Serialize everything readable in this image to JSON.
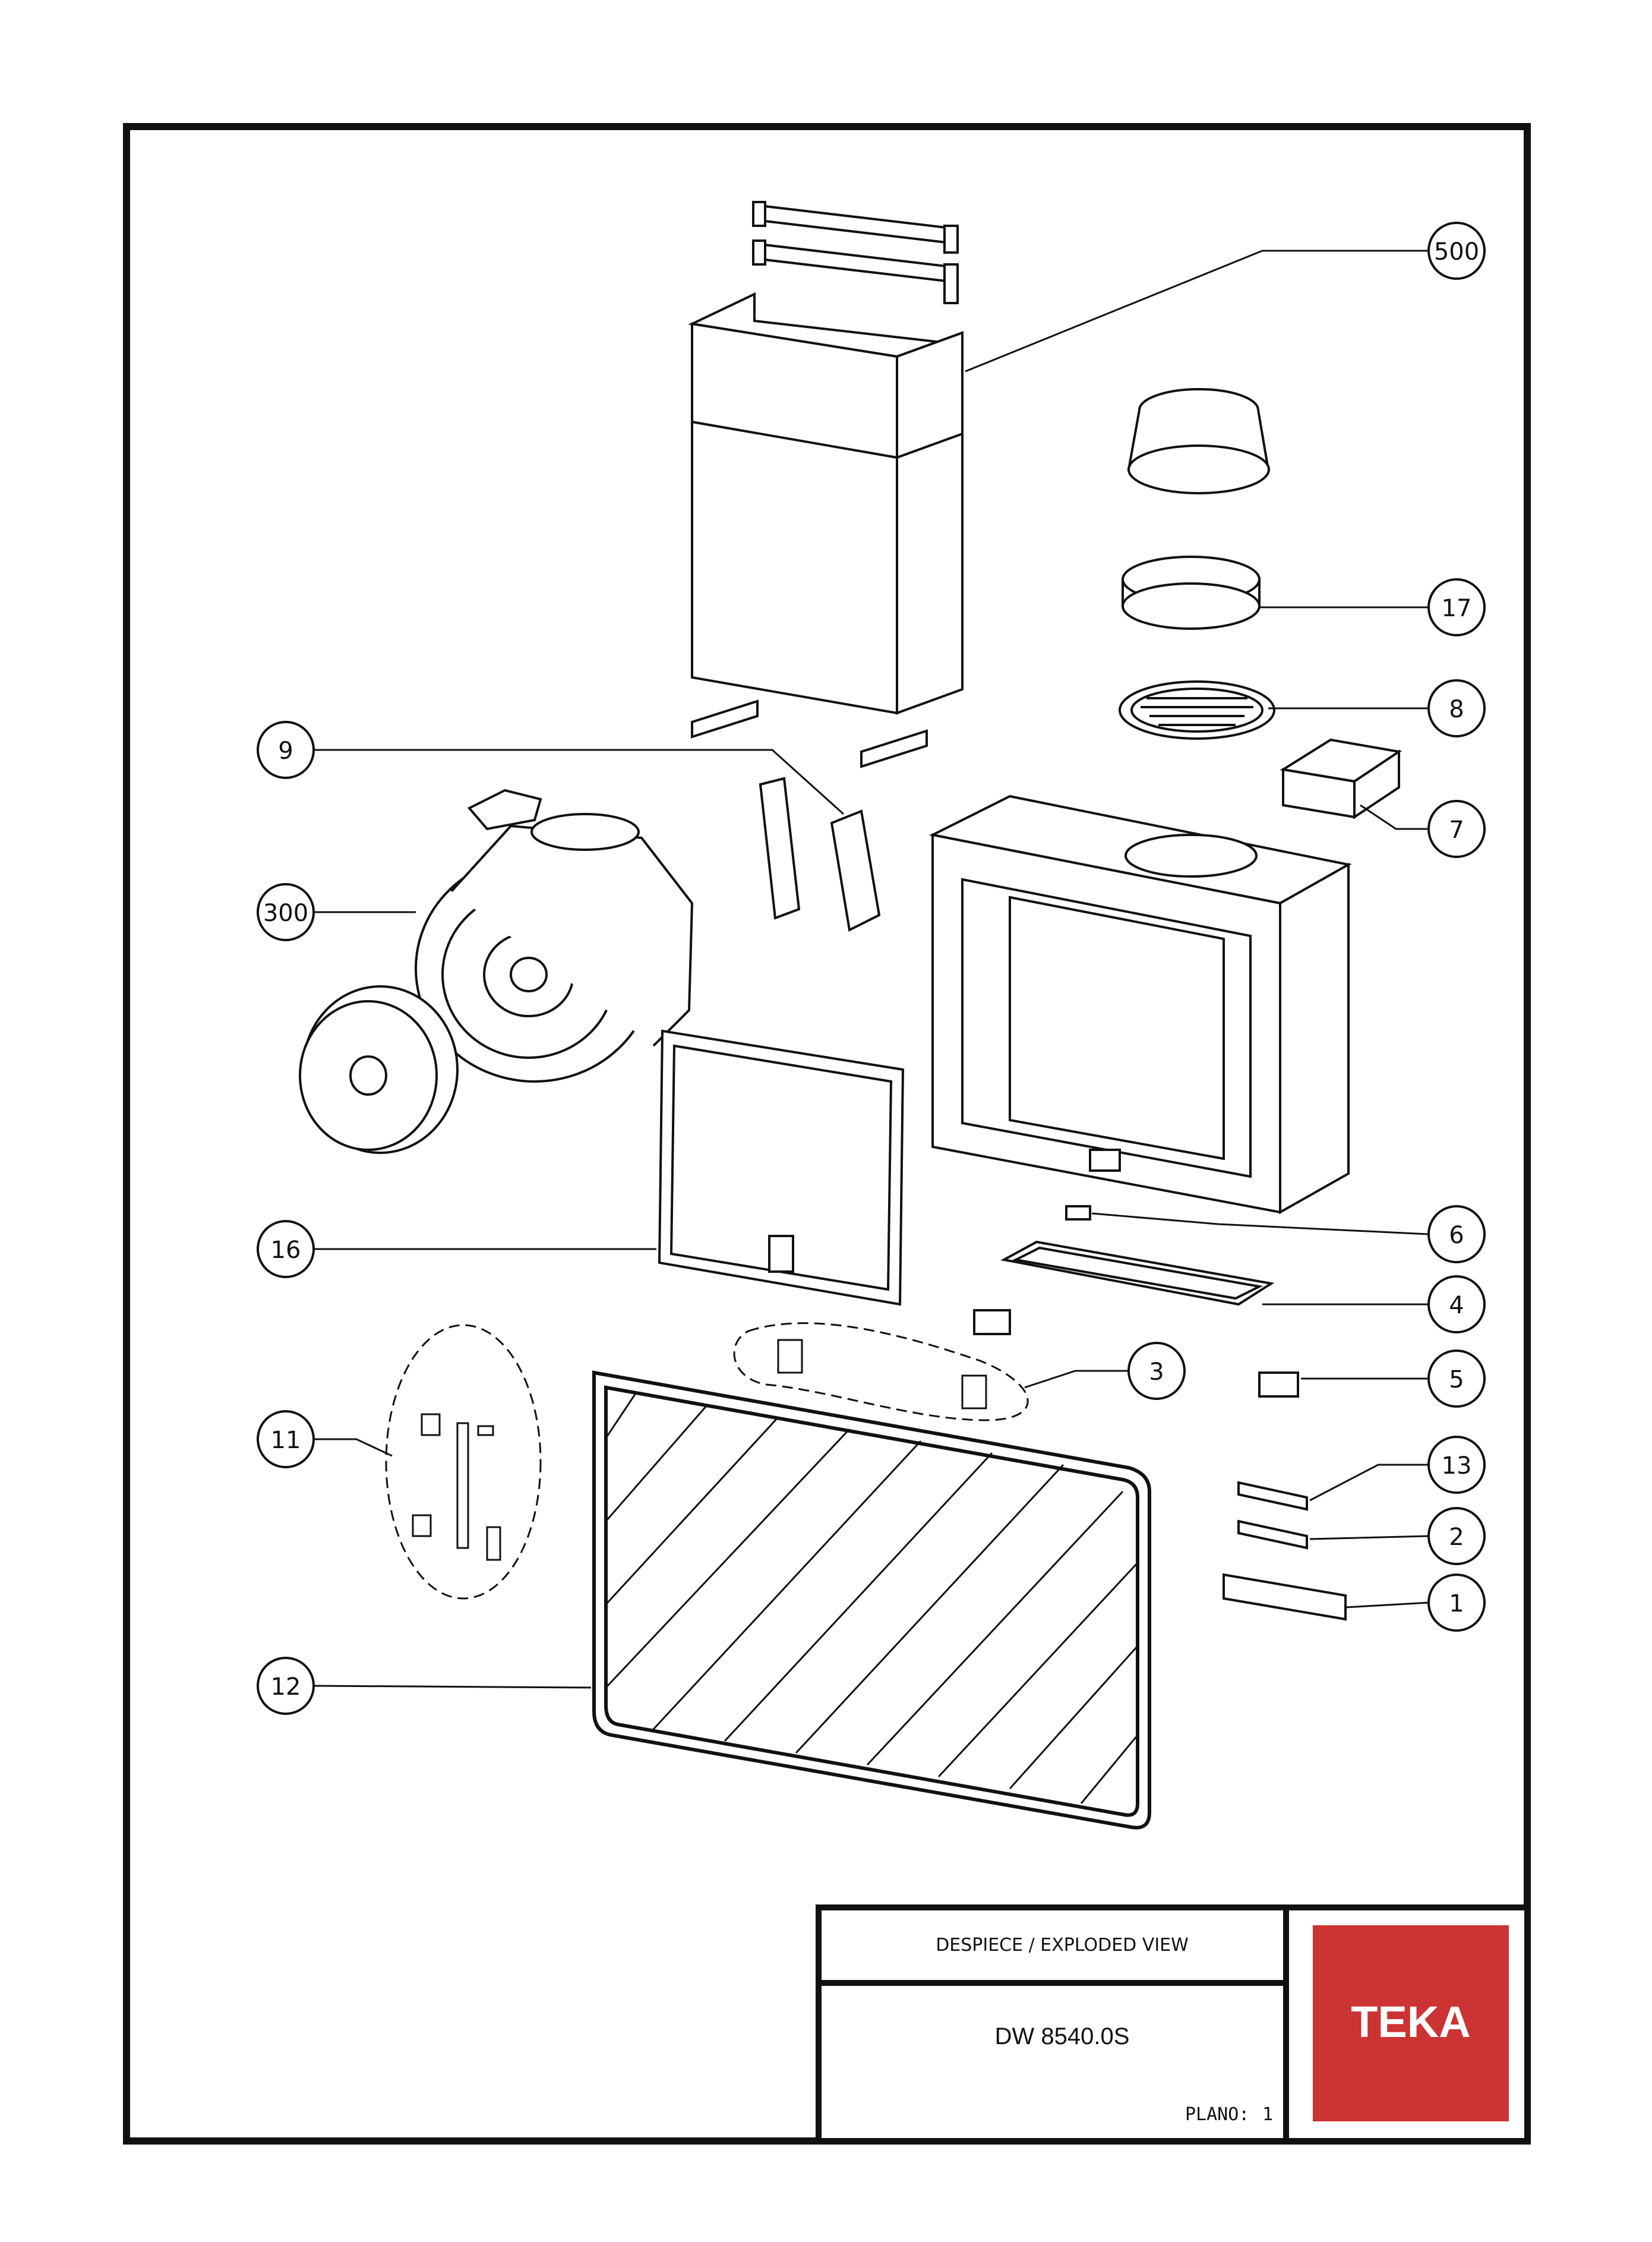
{
  "title_block": {
    "description": "DESPIECE / EXPLODED VIEW",
    "model": "DW 8540.0S",
    "plano_label": "PLANO:",
    "plano_number": "1"
  },
  "brand": {
    "name": "TEKA",
    "color": "#CC3333"
  },
  "callouts": [
    {
      "label": "500",
      "part": "chimney"
    },
    {
      "label": "17",
      "part": "duct-ring"
    },
    {
      "label": "8",
      "part": "grille"
    },
    {
      "label": "7",
      "part": "electronic-box"
    },
    {
      "label": "9",
      "part": "bracket"
    },
    {
      "label": "300",
      "part": "motor"
    },
    {
      "label": "16",
      "part": "grease-filter"
    },
    {
      "label": "6",
      "part": "switch"
    },
    {
      "label": "4",
      "part": "light-panel"
    },
    {
      "label": "3",
      "part": "hinges"
    },
    {
      "label": "5",
      "part": "connector"
    },
    {
      "label": "11",
      "part": "gas-spring-kit"
    },
    {
      "label": "13",
      "part": "clip"
    },
    {
      "label": "2",
      "part": "clip"
    },
    {
      "label": "1",
      "part": "control-panel"
    },
    {
      "label": "12",
      "part": "glass-panel"
    }
  ],
  "colors": {
    "line": "#111111",
    "logo_bg": "#CC3333"
  }
}
